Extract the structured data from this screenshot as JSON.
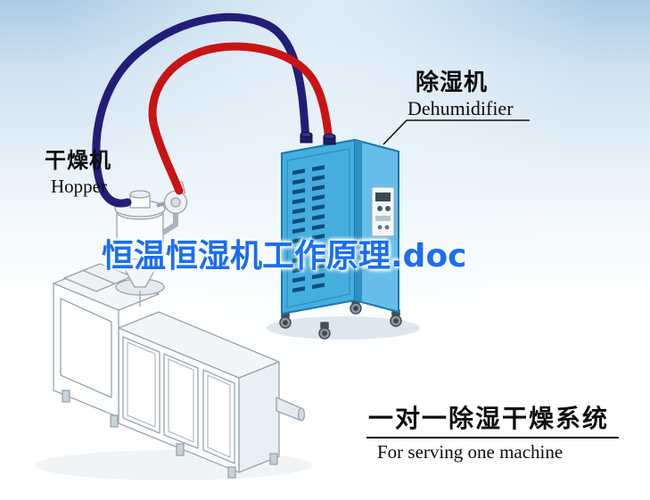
{
  "watermark": {
    "text": "恒温恒湿机工作原理.doc",
    "color": "#1a6ef2"
  },
  "labels": {
    "hopper": {
      "zh": "干燥机",
      "en": "Hopper"
    },
    "dehumidifier": {
      "zh": "除湿机",
      "en": "Dehumidifier"
    }
  },
  "caption": {
    "zh": "一对一除湿干燥系统",
    "en": "For serving one machine"
  },
  "diagram": {
    "supply_pipe_color": "#c91414",
    "return_pipe_color": "#221e78",
    "cabinet_front_color": "#45aede",
    "cabinet_side_color": "#66bee8",
    "cabinet_top_color": "#8ed2f0",
    "background_top_color": "#a9cbe6"
  }
}
